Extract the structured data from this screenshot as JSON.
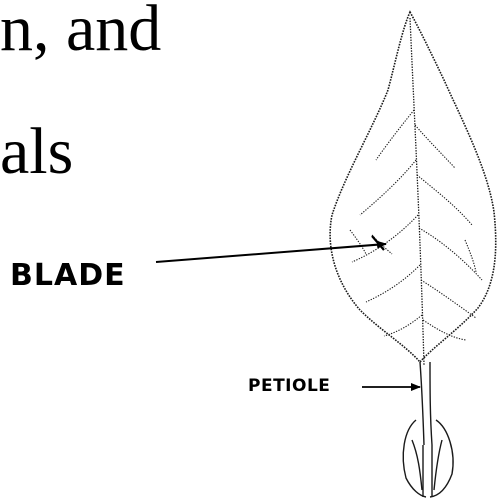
{
  "slide": {
    "text_line_1": "n, and",
    "text_line_2": "als"
  },
  "diagram": {
    "labels": {
      "blade": "BLADE",
      "petiole": "PETIOLE"
    },
    "colors": {
      "text": "#000000",
      "leaf_outline": "#1a1a1a",
      "background": "#ffffff"
    }
  }
}
